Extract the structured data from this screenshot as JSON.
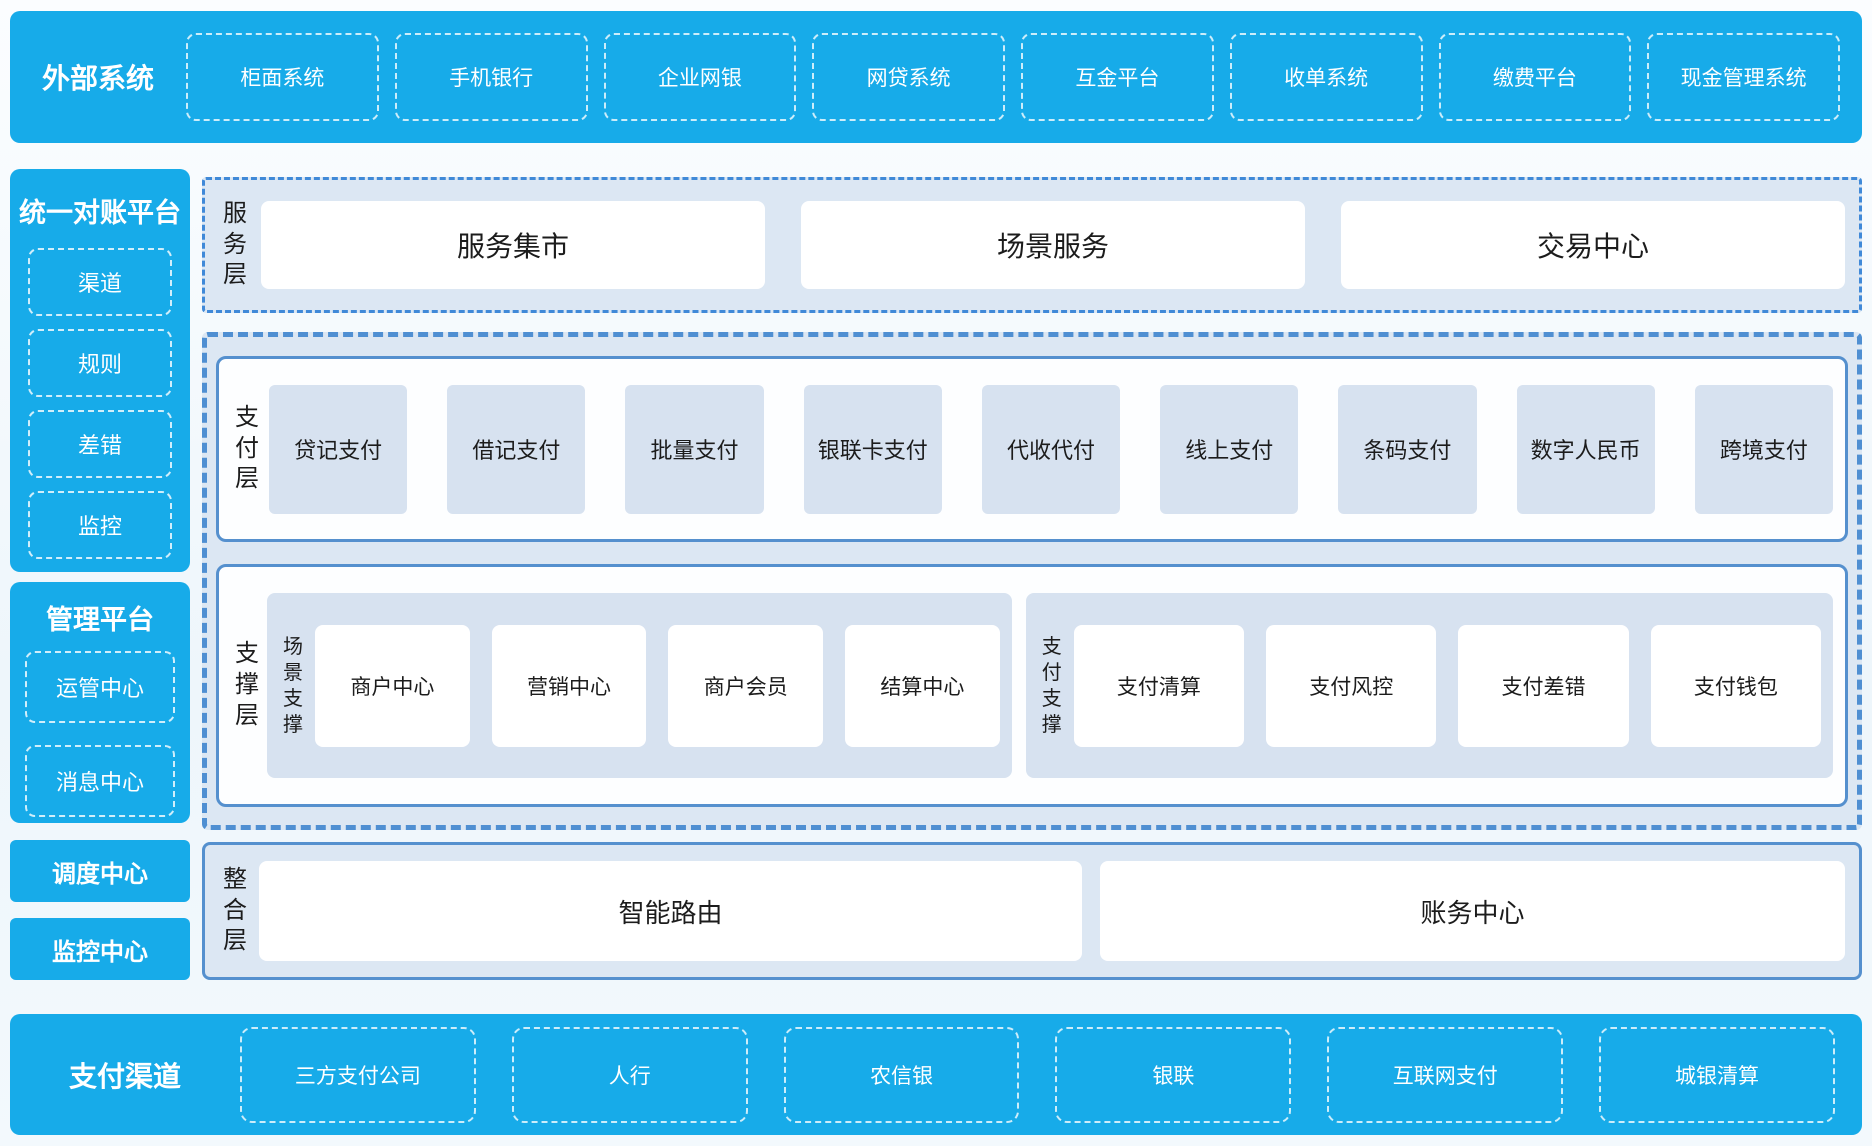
{
  "colors": {
    "brand_cyan": "#17abe9",
    "border_blue_solid": "#5590ce",
    "border_blue_dashed": "#4f8fd2",
    "section_bg": "#dce7f3",
    "item_bg": "#d7e2f0",
    "white_box": "#ffffff",
    "text_dark": "#1c1c1c",
    "text_on_cyan": "#ffffff"
  },
  "external_systems": {
    "title": "外部系统",
    "items": [
      "柜面系统",
      "手机银行",
      "企业网银",
      "网贷系统",
      "互金平台",
      "收单系统",
      "缴费平台",
      "现金管理系统"
    ]
  },
  "left_column": {
    "reconciliation": {
      "title": "统一对账平台",
      "items": [
        "渠道",
        "规则",
        "差错",
        "监控"
      ]
    },
    "management": {
      "title": "管理平台",
      "items": [
        "运管中心",
        "消息中心"
      ]
    },
    "scheduling_center": "调度中心",
    "monitoring_center": "监控中心"
  },
  "service_layer": {
    "label": "服务层",
    "items": [
      "服务集市",
      "场景服务",
      "交易中心"
    ]
  },
  "payment_layer": {
    "label": "支付层",
    "items": [
      "贷记支付",
      "借记支付",
      "批量支付",
      "银联卡支付",
      "代收代付",
      "线上支付",
      "条码支付",
      "数字人民币",
      "跨境支付"
    ]
  },
  "support_layer": {
    "label": "支撑层",
    "groups": [
      {
        "label": "场景支撑",
        "items": [
          "商户中心",
          "营销中心",
          "商户会员",
          "结算中心"
        ]
      },
      {
        "label": "支付支撑",
        "items": [
          "支付清算",
          "支付风控",
          "支付差错",
          "支付钱包"
        ]
      }
    ]
  },
  "integration_layer": {
    "label": "整合层",
    "items": [
      "智能路由",
      "账务中心"
    ]
  },
  "payment_channels": {
    "title": "支付渠道",
    "items": [
      "三方支付公司",
      "人行",
      "农信银",
      "银联",
      "互联网支付",
      "城银清算"
    ]
  }
}
